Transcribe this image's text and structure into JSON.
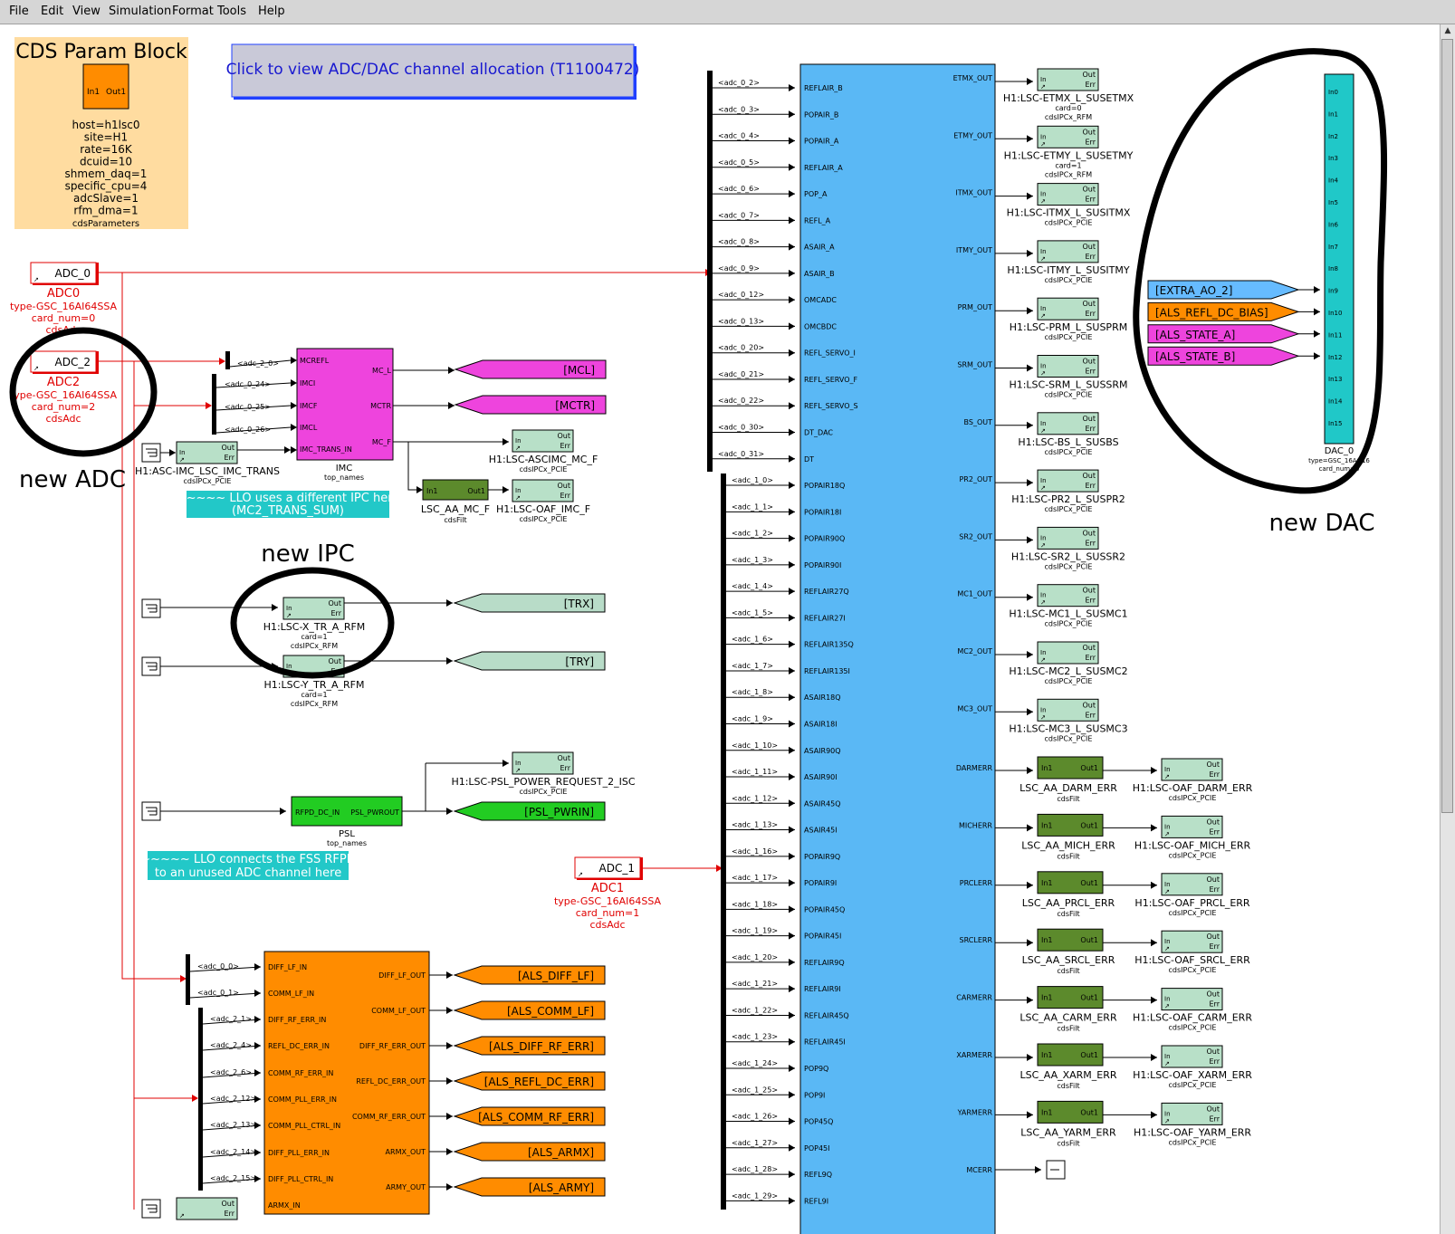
{
  "menu": [
    "File",
    "Edit",
    "View",
    "Simulation",
    "Format",
    "Tools",
    "Help"
  ],
  "cds_param": {
    "title": "CDS Param Block",
    "in_port": "In1",
    "out_port": "Out1",
    "params": [
      "host=h1lsc0",
      "site=H1",
      "rate=16K",
      "dcuid=10",
      "shmem_daq=1",
      "specific_cpu=4",
      "adcSlave=1",
      "rfm_dma=1",
      "cdsParameters"
    ]
  },
  "link_button": "Click to view ADC/DAC channel allocation (T1100472)",
  "adc_blocks": [
    {
      "label": "ADC_0",
      "name": "ADC0",
      "type": "type-GSC_16AI64SSA",
      "card": "card_num=0",
      "lib": "cdsAdc"
    },
    {
      "label": "ADC_2",
      "name": "ADC2",
      "type": "type-GSC_16AI64SSA",
      "card": "card_num=2",
      "lib": "cdsAdc"
    },
    {
      "label": "ADC_1",
      "name": "ADC1",
      "type": "type-GSC_16AI64SSA",
      "card": "card_num=1",
      "lib": "cdsAdc"
    }
  ],
  "annotations": {
    "new_adc": "new ADC",
    "new_ipc": "new IPC",
    "new_dac": "new DAC"
  },
  "notes": {
    "llo_ipc": [
      "~~~~~ LLO uses a different IPC here",
      "(MC2_TRANS_SUM)"
    ],
    "llo_fss": [
      "~~~~~ LLO connects the FSS RFPD",
      "to an unused ADC channel here"
    ]
  },
  "imc_block": {
    "name": "IMC",
    "lib": "top_names",
    "inputs": [
      "MCREFL",
      "IMCI",
      "IMCF",
      "IMCL",
      "IMC_TRANS_IN"
    ],
    "outputs": [
      "MC_L",
      "MCTR",
      "MC_F"
    ],
    "adc_labels": [
      "<adc_2_0>",
      "<adc_0_24>",
      "<adc_0_25>",
      "<adc_0_26>"
    ]
  },
  "goto_tags": {
    "imc": [
      "[MCL]",
      "[MCTR]"
    ],
    "tr": [
      "[TRX]",
      "[TRY]"
    ],
    "psl": "[PSL_PWRIN]",
    "dac": [
      "[EXTRA_AO_2]",
      "[ALS_REFL_DC_BIAS]",
      "[ALS_STATE_A]",
      "[ALS_STATE_B]"
    ],
    "als": [
      "[ALS_DIFF_LF]",
      "[ALS_COMM_LF]",
      "[ALS_DIFF_RF_ERR]",
      "[ALS_REFL_DC_ERR]",
      "[ALS_COMM_RF_ERR]",
      "[ALS_ARMX]",
      "[ALS_ARMY]"
    ]
  },
  "ipc_small": [
    {
      "name": "H1:ASC-IMC_LSC_IMC_TRANS",
      "lib": "cdsIPCx_PCIE"
    },
    {
      "name": "H1:LSC-ASCIMC_MC_F",
      "lib": "cdsIPCx_PCIE"
    },
    {
      "name": "H1:LSC-OAF_IMC_F",
      "lib": "cdsIPCx_PCIE"
    },
    {
      "name": "H1:LSC-X_TR_A_RFM",
      "card": "card=1",
      "lib": "cdsIPCx_RFM"
    },
    {
      "name": "H1:LSC-Y_TR_A_RFM",
      "card": "card=1",
      "lib": "cdsIPCx_RFM"
    },
    {
      "name": "H1:LSC-PSL_POWER_REQUEST_2_ISC",
      "lib": "cdsIPCx_PCIE"
    }
  ],
  "filt_small": {
    "name": "LSC_AA_MC_F",
    "lib": "cdsFilt",
    "in_port": "In1",
    "out_port": "Out1"
  },
  "psl_block": {
    "name": "PSL",
    "lib": "top_names",
    "input": "RFPD_DC_IN",
    "output": "PSL_PWROUT"
  },
  "als_block": {
    "inputs": [
      "DIFF_LF_IN",
      "COMM_LF_IN",
      "DIFF_RF_ERR_IN",
      "REFL_DC_ERR_IN",
      "COMM_RF_ERR_IN",
      "COMM_PLL_ERR_IN",
      "COMM_PLL_CTRL_IN",
      "DIFF_PLL_ERR_IN",
      "DIFF_PLL_CTRL_IN",
      "ARMX_IN"
    ],
    "outputs": [
      "DIFF_LF_OUT",
      "COMM_LF_OUT",
      "DIFF_RF_ERR_OUT",
      "REFL_DC_ERR_OUT",
      "COMM_RF_ERR_OUT",
      "ARMX_OUT",
      "ARMY_OUT"
    ],
    "adc_labels_a": [
      "<adc_0_0>",
      "<adc_0_1>"
    ],
    "adc_labels_b": [
      "<adc_2_1>",
      "<adc_2_4>",
      "<adc_2_6>",
      "<adc_2_12>",
      "<adc_2_13>",
      "<adc_2_14>",
      "<adc_2_15>"
    ]
  },
  "lsc_block": {
    "inputs": [
      "REFLAIR_B",
      "POPAIR_B",
      "POPAIR_A",
      "REFLAIR_A",
      "POP_A",
      "REFL_A",
      "ASAIR_A",
      "ASAIR_B",
      "OMCADC",
      "OMCBDC",
      "REFL_SERVO_I",
      "REFL_SERVO_F",
      "REFL_SERVO_S",
      "DT_DAC",
      "DT",
      "POPAIR18Q",
      "POPAIR18I",
      "POPAIR90Q",
      "POPAIR90I",
      "REFLAIR27Q",
      "REFLAIR27I",
      "REFLAIR135Q",
      "REFLAIR135I",
      "ASAIR18Q",
      "ASAIR18I",
      "ASAIR90Q",
      "ASAIR90I",
      "ASAIR45Q",
      "ASAIR45I",
      "POPAIR9Q",
      "POPAIR9I",
      "POPAIR45Q",
      "POPAIR45I",
      "REFLAIR9Q",
      "REFLAIR9I",
      "REFLAIR45Q",
      "REFLAIR45I",
      "POP9Q",
      "POP9I",
      "POP45Q",
      "POP45I",
      "REFL9Q",
      "REFL9I"
    ],
    "adc0_labels": [
      "<adc_0_2>",
      "<adc_0_3>",
      "<adc_0_4>",
      "<adc_0_5>",
      "<adc_0_6>",
      "<adc_0_7>",
      "<adc_0_8>",
      "<adc_0_9>",
      "<adc_0_12>",
      "<adc_0_13>",
      "<adc_0_20>",
      "<adc_0_21>",
      "<adc_0_22>",
      "<adc_0_30>",
      "<adc_0_31>"
    ],
    "adc1_labels": [
      "<adc_1_0>",
      "<adc_1_1>",
      "<adc_1_2>",
      "<adc_1_3>",
      "<adc_1_4>",
      "<adc_1_5>",
      "<adc_1_6>",
      "<adc_1_7>",
      "<adc_1_8>",
      "<adc_1_9>",
      "<adc_1_10>",
      "<adc_1_11>",
      "<adc_1_12>",
      "<adc_1_13>",
      "<adc_1_16>",
      "<adc_1_17>",
      "<adc_1_18>",
      "<adc_1_19>",
      "<adc_1_20>",
      "<adc_1_21>",
      "<adc_1_22>",
      "<adc_1_23>",
      "<adc_1_24>",
      "<adc_1_25>",
      "<adc_1_26>",
      "<adc_1_27>",
      "<adc_1_28>",
      "<adc_1_29>"
    ],
    "sus_outputs": [
      {
        "port": "ETMX_OUT",
        "name": "H1:LSC-ETMX_L_SUSETMX",
        "card": "card=0",
        "lib": "cdsIPCx_RFM"
      },
      {
        "port": "ETMY_OUT",
        "name": "H1:LSC-ETMY_L_SUSETMY",
        "card": "card=1",
        "lib": "cdsIPCx_RFM"
      },
      {
        "port": "ITMX_OUT",
        "name": "H1:LSC-ITMX_L_SUSITMX",
        "card": "",
        "lib": "cdsIPCx_PCIE"
      },
      {
        "port": "ITMY_OUT",
        "name": "H1:LSC-ITMY_L_SUSITMY",
        "card": "",
        "lib": "cdsIPCx_PCIE"
      },
      {
        "port": "PRM_OUT",
        "name": "H1:LSC-PRM_L_SUSPRM",
        "card": "",
        "lib": "cdsIPCx_PCIE"
      },
      {
        "port": "SRM_OUT",
        "name": "H1:LSC-SRM_L_SUSSRM",
        "card": "",
        "lib": "cdsIPCx_PCIE"
      },
      {
        "port": "BS_OUT",
        "name": "H1:LSC-BS_L_SUSBS",
        "card": "",
        "lib": "cdsIPCx_PCIE"
      },
      {
        "port": "PR2_OUT",
        "name": "H1:LSC-PR2_L_SUSPR2",
        "card": "",
        "lib": "cdsIPCx_PCIE"
      },
      {
        "port": "SR2_OUT",
        "name": "H1:LSC-SR2_L_SUSSR2",
        "card": "",
        "lib": "cdsIPCx_PCIE"
      },
      {
        "port": "MC1_OUT",
        "name": "H1:LSC-MC1_L_SUSMC1",
        "card": "",
        "lib": "cdsIPCx_PCIE"
      },
      {
        "port": "MC2_OUT",
        "name": "H1:LSC-MC2_L_SUSMC2",
        "card": "",
        "lib": "cdsIPCx_PCIE"
      },
      {
        "port": "MC3_OUT",
        "name": "H1:LSC-MC3_L_SUSMC3",
        "card": "",
        "lib": "cdsIPCx_PCIE"
      }
    ],
    "err_outputs": [
      {
        "port": "DARMERR",
        "filt": "LSC_AA_DARM_ERR",
        "ipc": "H1:LSC-OAF_DARM_ERR"
      },
      {
        "port": "MICHERR",
        "filt": "LSC_AA_MICH_ERR",
        "ipc": "H1:LSC-OAF_MICH_ERR"
      },
      {
        "port": "PRCLERR",
        "filt": "LSC_AA_PRCL_ERR",
        "ipc": "H1:LSC-OAF_PRCL_ERR"
      },
      {
        "port": "SRCLERR",
        "filt": "LSC_AA_SRCL_ERR",
        "ipc": "H1:LSC-OAF_SRCL_ERR"
      },
      {
        "port": "CARMERR",
        "filt": "LSC_AA_CARM_ERR",
        "ipc": "H1:LSC-OAF_CARM_ERR"
      },
      {
        "port": "XARMERR",
        "filt": "LSC_AA_XARM_ERR",
        "ipc": "H1:LSC-OAF_XARM_ERR"
      },
      {
        "port": "YARMERR",
        "filt": "LSC_AA_YARM_ERR",
        "ipc": "H1:LSC-OAF_YARM_ERR"
      }
    ],
    "last_output": "MCERR",
    "filt_lib": "cdsFilt",
    "ipc_lib": "cdsIPCx_PCIE"
  },
  "dac_block": {
    "name": "DAC_0",
    "type": "type=GSC_16AO16",
    "card": "card_num=0",
    "inputs": [
      "In0",
      "In1",
      "In2",
      "In3",
      "In4",
      "In5",
      "In6",
      "In7",
      "In8",
      "In9",
      "In10",
      "In11",
      "In12",
      "In13",
      "In14",
      "In15"
    ]
  },
  "ipc_ports": {
    "in": "In",
    "out": "Out",
    "err": "Err"
  },
  "colors": {
    "lsc": "#5ab8f5",
    "dac": "#20c8c8",
    "imc": "#ee44dd",
    "als": "#ff8c00",
    "param": "#ffdca0",
    "psl": "#22cc22",
    "ipc": "#b8e0c8",
    "filt": "#5c8a2c",
    "red": "#e00000",
    "note": "#22c8c8",
    "tag_ipc": "#b8dcc8",
    "tag_dac_blue": "#66bbff"
  }
}
